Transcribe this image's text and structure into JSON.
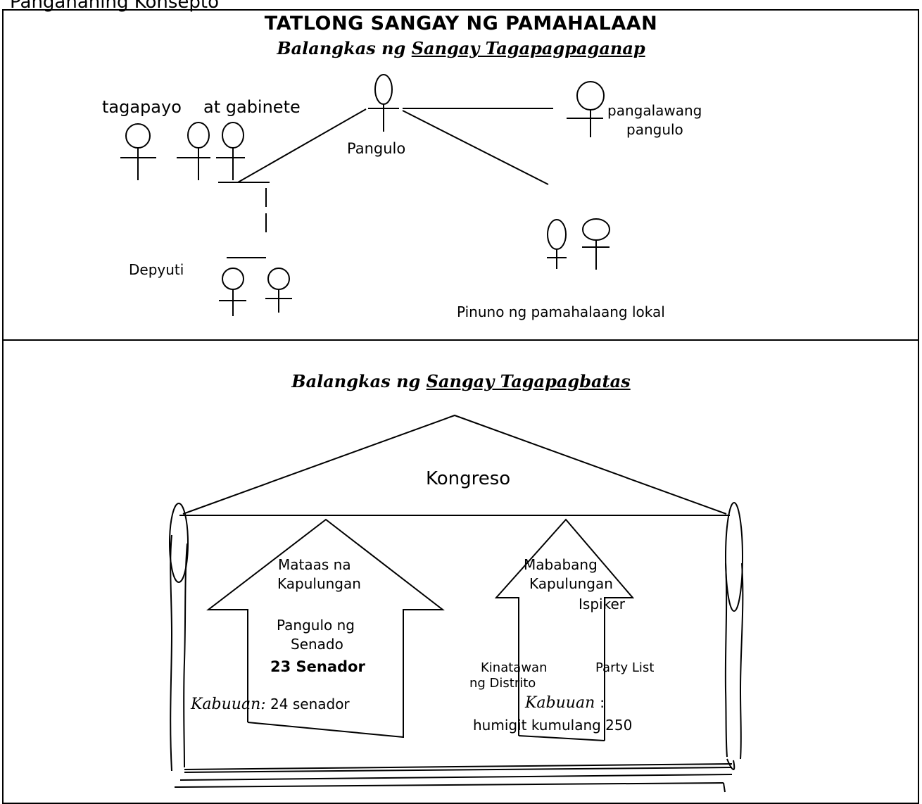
{
  "page_header_fragment": "Panganahing Konsepto",
  "top_panel": {
    "main_title": "TATLONG SANGAY NG PAMAHALAAN",
    "subtitle_prefix": "Balangkas ng",
    "subtitle_underlined": "Sangay Tagapagpaganap",
    "labels": {
      "tagapayo": "tagapayo",
      "gabinete": "at gabinete",
      "pangulo": "Pangulo",
      "pangalawang_1": "pangalawang",
      "pangalawang_2": "pangulo",
      "depyuti": "Depyuti",
      "pinuno": "Pinuno ng pamahalaang lokal"
    }
  },
  "bottom_panel": {
    "subtitle_prefix": "Balangkas ng",
    "subtitle_underlined": "Sangay Tagapagbatas",
    "kongreso": "Kongreso",
    "left_arrow": {
      "line1": "Mataas na",
      "line2": "Kapulungan",
      "line3": "Pangulo ng",
      "line4": "Senado",
      "line5": "23 Senador",
      "total_label": "Kabuuan:",
      "total_value": "24 senador"
    },
    "right_arrow": {
      "line1": "Mababang",
      "line2": "Kapulungan",
      "line3": "Ispiker",
      "col1a": "Kinatawan",
      "col1b": "ng Distrito",
      "col2": "Party List",
      "total_label": "Kabuuan",
      "total_colon": ":",
      "total_value": "humigit kumulang 250"
    }
  }
}
